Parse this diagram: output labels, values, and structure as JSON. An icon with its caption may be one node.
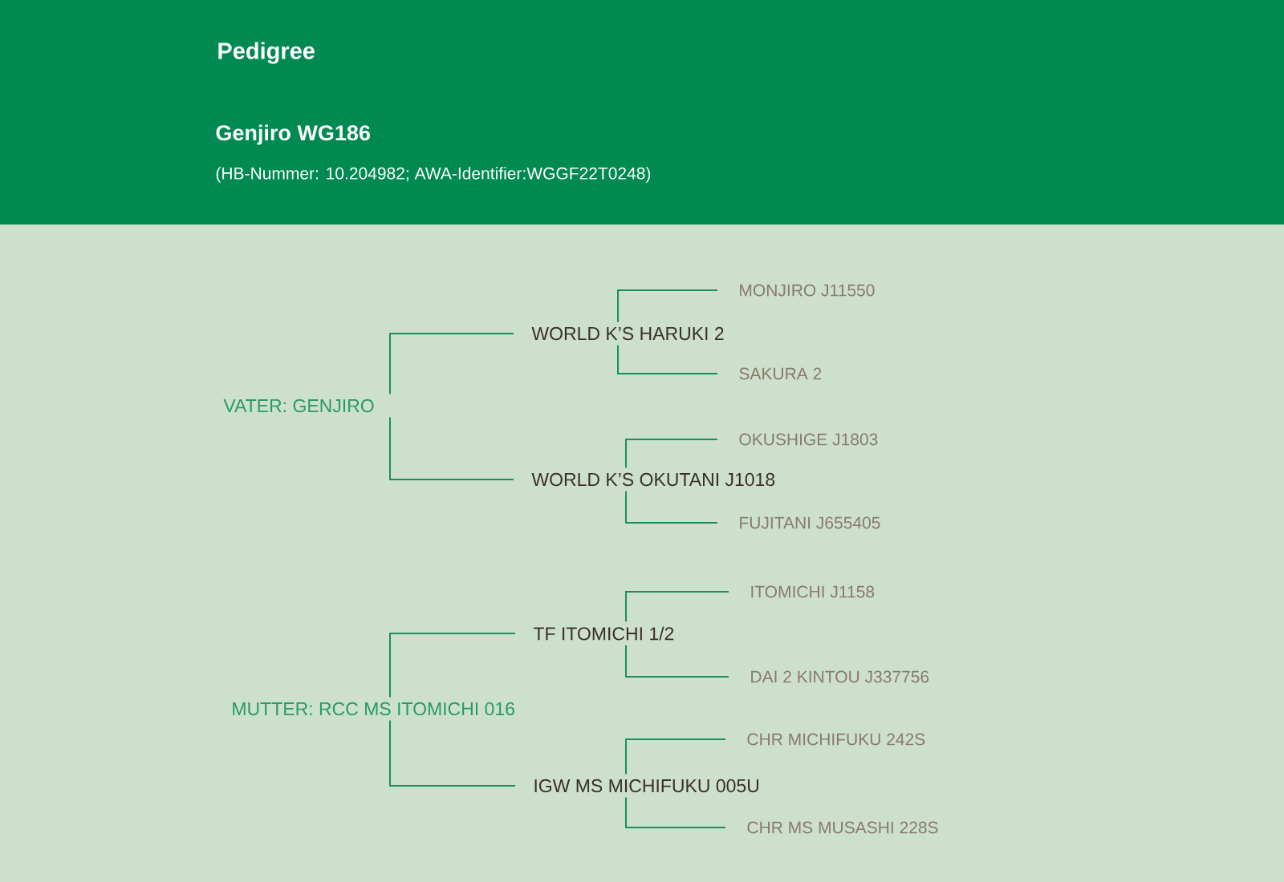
{
  "diagram": {
    "title": "Pedigree",
    "nodes": [
      {
        "text": [
          "VATER: GENJIRO"
        ]
      },
      {
        "text": [
          "WORLD K’S HARUKI 2"
        ]
      },
      {
        "text": [
          "MONJIRO J11550"
        ]
      },
      {
        "text": [
          "SAKURA 2"
        ]
      },
      {
        "text": [
          "WORLD K’S OKUTANI J1018"
        ]
      },
      {
        "text": [
          "OKUSHIGE J1803"
        ]
      },
      {
        "text": [
          "FUJITANI J655405"
        ]
      },
      {
        "text": [
          "MUTTER: RCC MS ITOMICHI 016"
        ]
      },
      {
        "text": [
          "TF ITOMICHI 1/2"
        ]
      },
      {
        "text": [
          "ITOMICHI J1158"
        ]
      },
      {
        "text": [
          "DAI 2 KINTOU J337756"
        ]
      },
      {
        "text": [
          "IGW MS MICHIFUKU 005U"
        ]
      },
      {
        "text": [
          "CHR MICHIFUKU 242S"
        ]
      },
      {
        "text": [
          "CHR MS MUSASHI 228S"
        ]
      }
    ],
    "edges": [
      {
        "from": 0,
        "to": 1,
        "arrow": "none"
      },
      {
        "from": 0,
        "to": 4,
        "arrow": "none"
      },
      {
        "from": 1,
        "to": 2,
        "arrow": "none"
      },
      {
        "from": 1,
        "to": 3,
        "arrow": "none"
      },
      {
        "from": 4,
        "to": 5,
        "arrow": "none"
      },
      {
        "from": 4,
        "to": 6,
        "arrow": "none"
      },
      {
        "from": 7,
        "to": 8,
        "arrow": "none"
      },
      {
        "from": 7,
        "to": 11,
        "arrow": "none"
      },
      {
        "from": 8,
        "to": 9,
        "arrow": "none"
      },
      {
        "from": 8,
        "to": 10,
        "arrow": "none"
      },
      {
        "from": 11,
        "to": 12,
        "arrow": "none"
      },
      {
        "from": 11,
        "to": 13,
        "arrow": "none"
      }
    ],
    "labels": [
      "Genjiro WG186",
      "(HB-Nummer: 10.204982; AWA-Identifier:WGGF22T0248)"
    ]
  }
}
